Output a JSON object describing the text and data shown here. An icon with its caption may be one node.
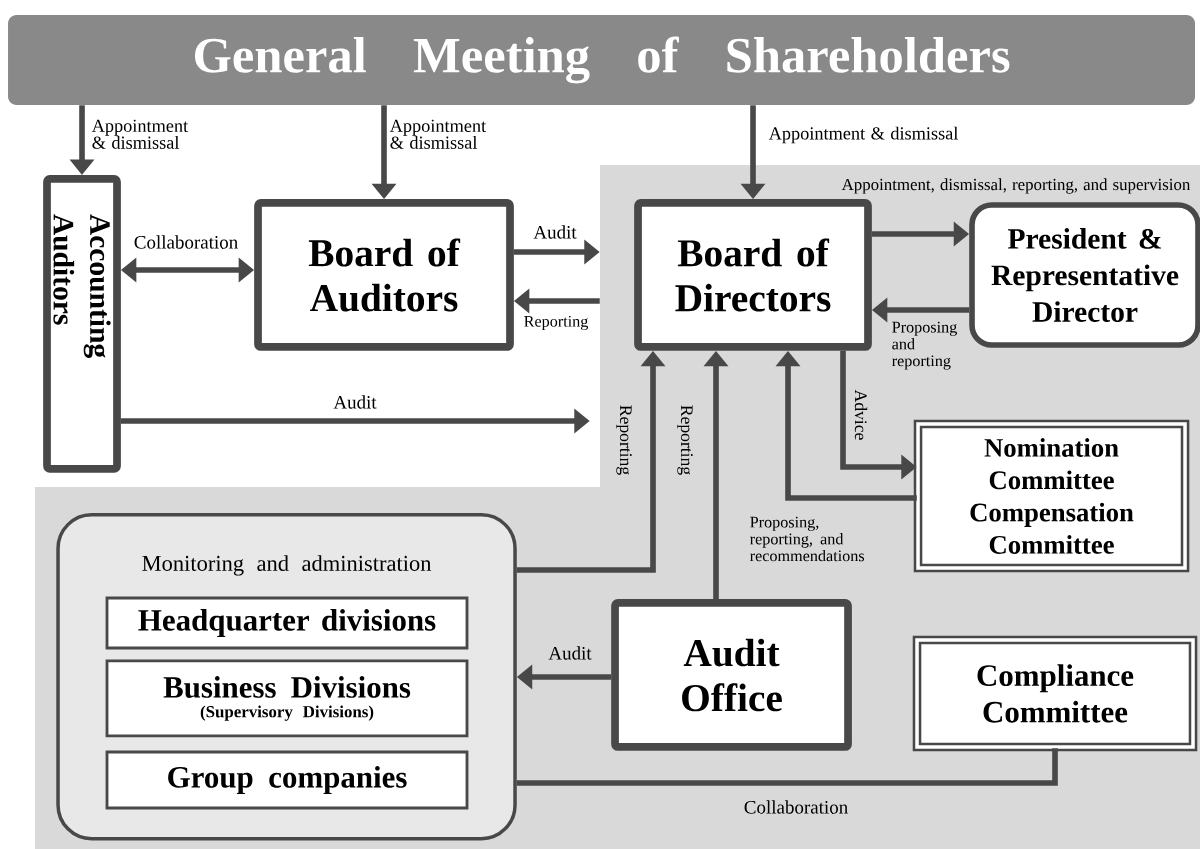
{
  "diagram": {
    "nodes": [
      {
        "text": [
          "General Meeting of Shareholders"
        ]
      },
      {
        "text": [
          "Accounting Auditors"
        ]
      },
      {
        "text": [
          "Board of Auditors"
        ]
      },
      {
        "text": [],
        "shape": "box"
      },
      {
        "text": [
          "Board of Directors"
        ],
        "in": 3
      },
      {
        "text": [
          "President & Representative Director"
        ],
        "in": 3
      },
      {
        "text": [
          "Nomination Committee",
          "Compensation Committee"
        ],
        "in": 3
      },
      {
        "text": [
          "Monitoring and administration"
        ],
        "in": 3
      },
      {
        "text": [
          "Headquarter divisions"
        ],
        "in": 7
      },
      {
        "text": [
          "Business Divisions",
          "(Supervisory Divisions)"
        ],
        "in": 7
      },
      {
        "text": [
          "Group companies"
        ],
        "in": 7
      },
      {
        "text": [
          "Audit Office"
        ],
        "in": 3
      },
      {
        "text": [
          "Compliance Committee"
        ],
        "in": 3
      }
    ],
    "edges": [
      {
        "from": 0,
        "to": 1,
        "arrow": "to",
        "label": "Appointment & dismissal"
      },
      {
        "from": 0,
        "to": 2,
        "arrow": "to",
        "label": "Appointment & dismissal"
      },
      {
        "from": 0,
        "to": 4,
        "arrow": "to",
        "label": "Appointment & dismissal"
      },
      {
        "from": 1,
        "to": 2,
        "arrow": "both",
        "label": "Collaboration"
      },
      {
        "from": 2,
        "to": 3,
        "arrow": "to",
        "label": "Audit"
      },
      {
        "from": 3,
        "to": 2,
        "arrow": "to",
        "label": "Reporting"
      },
      {
        "from": 1,
        "to": 3,
        "arrow": "to",
        "label": "Audit"
      },
      {
        "from": 4,
        "to": 5,
        "arrow": "to",
        "label": "Appointment, dismissal, reporting, and supervision"
      },
      {
        "from": 5,
        "to": 4,
        "arrow": "to",
        "label": "Proposing and reporting"
      },
      {
        "from": 4,
        "to": 6,
        "arrow": "to",
        "label": "Advice"
      },
      {
        "from": 6,
        "to": 4,
        "arrow": "to",
        "label": "Proposing, reporting, and recommendations"
      },
      {
        "from": 7,
        "to": 4,
        "arrow": "to",
        "label": "Reporting"
      },
      {
        "from": 11,
        "to": 4,
        "arrow": "to",
        "label": "Reporting"
      },
      {
        "from": 11,
        "to": 7,
        "arrow": "to",
        "label": "Audit"
      },
      {
        "from": 7,
        "to": 12,
        "arrow": "none",
        "label": "Collaboration"
      }
    ]
  }
}
